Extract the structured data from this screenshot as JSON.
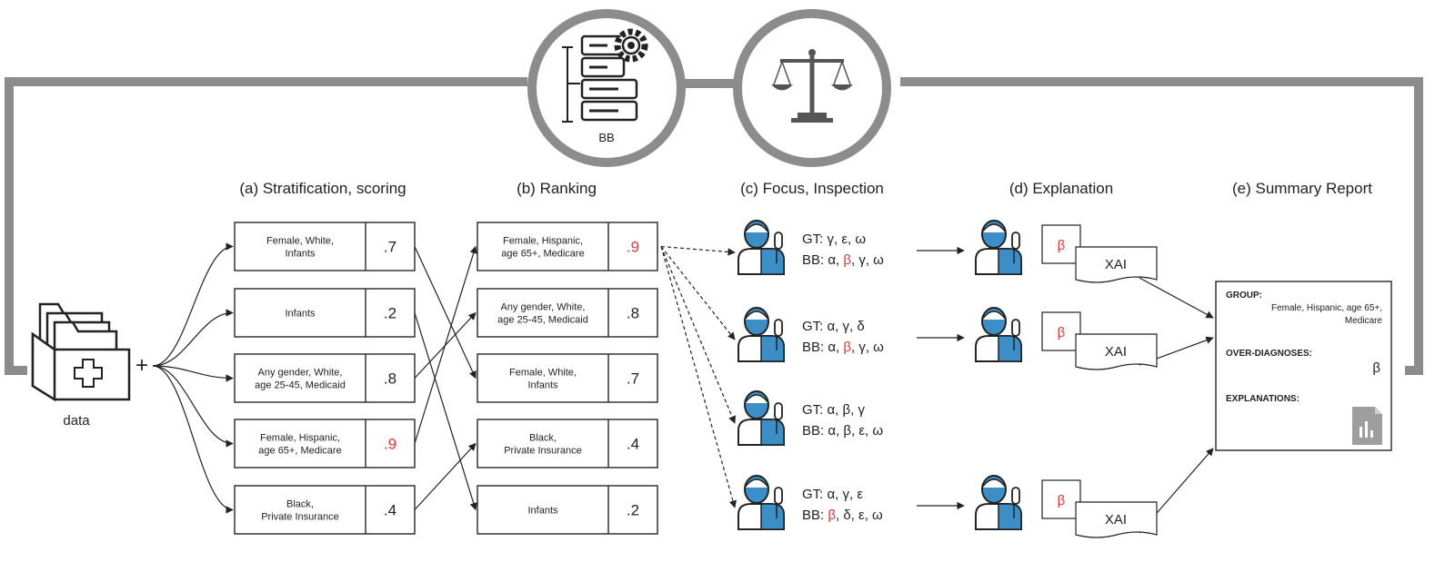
{
  "palette": {
    "loop": "#8c8c8c",
    "box_stroke": "#333333",
    "highlight": "#e53935",
    "person_accent": "#3b8fc6",
    "text": "#222222"
  },
  "circles": {
    "left": {
      "icon": "server-gear-icon",
      "label": "BB"
    },
    "right": {
      "icon": "balance-scale-icon"
    }
  },
  "data_node": {
    "icon": "medical-folders-icon",
    "label": "data",
    "plus": "+"
  },
  "headers": {
    "a": "(a) Stratification, scoring",
    "b": "(b) Ranking",
    "c": "(c) Focus, Inspection",
    "d": "(d) Explanation",
    "e": "(e) Summary Report"
  },
  "stratification": [
    {
      "lines": [
        "Female, White,",
        "Infants"
      ],
      "score": ".7",
      "highlight": false
    },
    {
      "lines": [
        "Infants"
      ],
      "score": ".2",
      "highlight": false
    },
    {
      "lines": [
        "Any gender, White,",
        "age 25-45, Medicaid"
      ],
      "score": ".8",
      "highlight": false
    },
    {
      "lines": [
        "Female, Hispanic,",
        "age 65+, Medicare"
      ],
      "score": ".9",
      "highlight": true
    },
    {
      "lines": [
        "Black,",
        "Private Insurance"
      ],
      "score": ".4",
      "highlight": false
    }
  ],
  "ranking": [
    {
      "lines": [
        "Female, Hispanic,",
        "age 65+, Medicare"
      ],
      "score": ".9",
      "highlight": true
    },
    {
      "lines": [
        "Any gender, White,",
        "age 25-45, Medicaid"
      ],
      "score": ".8",
      "highlight": false
    },
    {
      "lines": [
        "Female, White,",
        "Infants"
      ],
      "score": ".7",
      "highlight": false
    },
    {
      "lines": [
        "Black,",
        "Private Insurance"
      ],
      "score": ".4",
      "highlight": false
    },
    {
      "lines": [
        "Infants"
      ],
      "score": ".2",
      "highlight": false
    }
  ],
  "rank_links": [
    [
      0,
      2
    ],
    [
      1,
      4
    ],
    [
      2,
      1
    ],
    [
      3,
      0
    ],
    [
      4,
      3
    ]
  ],
  "inspections": [
    {
      "gt": "GT: γ, ε, ω",
      "bb": [
        {
          "t": "BB: α, ",
          "red": false
        },
        {
          "t": "β",
          "red": true
        },
        {
          "t": ", γ, ω",
          "red": false
        }
      ],
      "explained": true
    },
    {
      "gt": "GT: α, γ, δ",
      "bb": [
        {
          "t": "BB: α, ",
          "red": false
        },
        {
          "t": "β",
          "red": true
        },
        {
          "t": ", γ, ω",
          "red": false
        }
      ],
      "explained": true
    },
    {
      "gt": "GT: α, β, γ",
      "bb": [
        {
          "t": "BB: α, β, ε, ω",
          "red": false
        }
      ],
      "explained": false
    },
    {
      "gt": "GT: α, γ, ε",
      "bb": [
        {
          "t": "BB: ",
          "red": false
        },
        {
          "t": "β",
          "red": true
        },
        {
          "t": ", δ, ε, ω",
          "red": false
        }
      ],
      "explained": true
    }
  ],
  "explanation": {
    "beta": "β",
    "tag": "XAI"
  },
  "report": {
    "group_label": "GROUP:",
    "group_lines": [
      "Female, Hispanic, age 65+,",
      "Medicare"
    ],
    "over_label": "OVER-DIAGNOSES:",
    "over_value": "β",
    "expl_label": "EXPLANATIONS:",
    "doc_icon": "chart-document-icon"
  }
}
